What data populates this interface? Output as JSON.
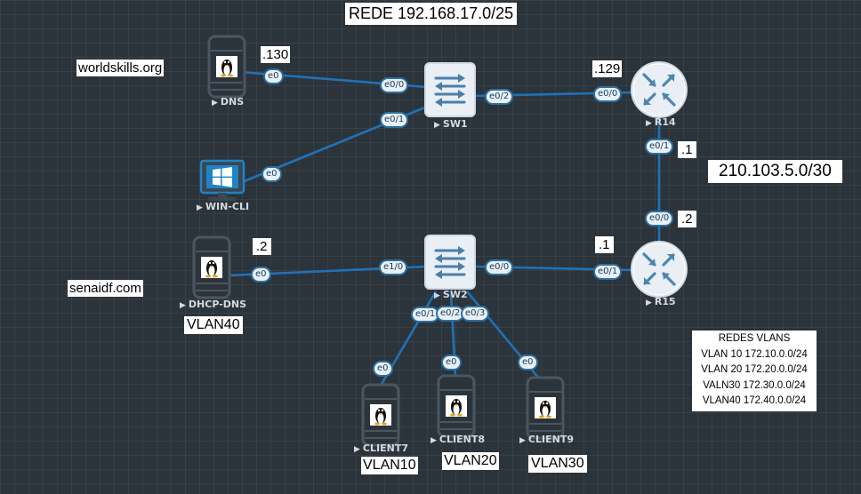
{
  "title": "REDE 192.168.17.0/25",
  "labels": {
    "worldskills": "worldskills.org",
    "senaidf": "senaidf.com",
    "wan_net": "210.103.5.0/30",
    "ip_dns": ".130",
    "ip_r14_e00": ".129",
    "ip_r14_e01": ".1",
    "ip_r15_e00": ".2",
    "ip_r15_e01": ".1",
    "ip_dhcp": ".2",
    "vlan_dhcp": "VLAN40",
    "vlan_client7": "VLAN10",
    "vlan_client8": "VLAN20",
    "vlan_client9": "VLAN30"
  },
  "nodes": {
    "dns": "DNS",
    "win_cli": "WIN-CLI",
    "sw1": "SW1",
    "r14": "R14",
    "r15": "R15",
    "sw2": "SW2",
    "dhcp_dns": "DHCP-DNS",
    "client7": "CLIENT7",
    "client8": "CLIENT8",
    "client9": "CLIENT9"
  },
  "ports": {
    "dns_e0": "e0",
    "sw1_e00": "e0/0",
    "sw1_e01": "e0/1",
    "sw1_e02": "e0/2",
    "r14_e00": "e0/0",
    "win_e0": "e0",
    "r14_e01": "e0/1",
    "r15_e00": "e0/0",
    "dhcp_e0": "e0",
    "sw2_e10": "e1/0",
    "sw2_e00": "e0/0",
    "r15_e01": "e0/1",
    "sw2_e01": "e0/1",
    "sw2_e02": "e0/2",
    "sw2_e03": "e0/3",
    "c7_e0": "e0",
    "c8_e0": "e0",
    "c9_e0": "e0"
  },
  "legend": {
    "title": "REDES VLANS",
    "rows": [
      "VLAN 10 172.10.0.0/24",
      "VLAN 20 172.20.0.0/24",
      "VALN30 172.30.0.0/24",
      "VLAN40 172.40.0.0/24"
    ]
  },
  "colors": {
    "link": "#1f72b8",
    "router": "#4b86b0",
    "switch": "#4a7fa8",
    "server": "#3e4852",
    "windows": "#1f84c6"
  }
}
